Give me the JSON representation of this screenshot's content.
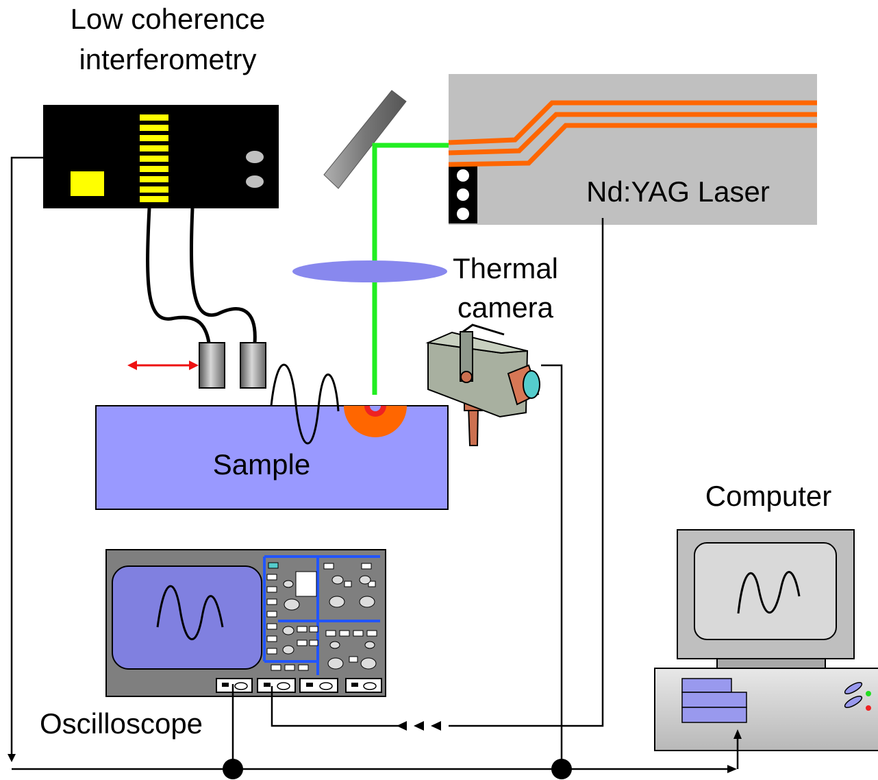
{
  "labels": {
    "lci_line1": "Low coherence",
    "lci_line2": "interferometry",
    "laser": "Nd:YAG Laser",
    "thermal_line1": "Thermal",
    "thermal_line2": "camera",
    "sample": "Sample",
    "computer": "Computer",
    "oscilloscope": "Oscilloscope"
  },
  "colors": {
    "laser_beam": "#22ee22",
    "fiber": "#ff6600",
    "sample": "#9999ff",
    "lens": "#8888ee",
    "lci_indicator": "#ffff00",
    "arrow": "#ee1111",
    "laser_body": "#c0c0c0",
    "scope_frame": "#7f7f7f",
    "scope_screen": "#8080e0",
    "scope_bus": "#2255ff"
  },
  "icons": {
    "mirror": "mirror-icon",
    "lens": "lens-icon",
    "probe": "probe-icon",
    "camera": "thermal-camera-icon",
    "computer": "computer-icon",
    "oscilloscope": "oscilloscope-icon",
    "junction": "junction-dot-icon"
  }
}
